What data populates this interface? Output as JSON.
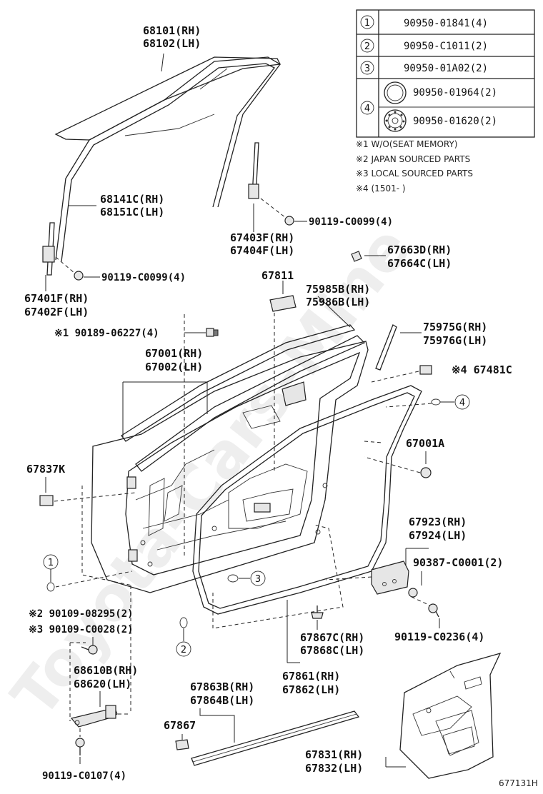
{
  "watermark": "Toyota-Cars-Mine",
  "diagram_code": "677131H",
  "table": {
    "rows": [
      {
        "marker": "1",
        "part": "90950-01841(4)"
      },
      {
        "marker": "2",
        "part": "90950-C1011(2)"
      },
      {
        "marker": "3",
        "part": "90950-01A02(2)"
      },
      {
        "marker": "4",
        "part": "90950-01964(2)",
        "part2": "90950-01620(2)"
      }
    ]
  },
  "notes": [
    "※1 W/O(SEAT MEMORY)",
    "※2 JAPAN SOURCED PARTS",
    "※3 LOCAL SOURCED PARTS",
    "※4 (1501-      )"
  ],
  "labels": {
    "glass_rh": "68101(RH)",
    "glass_lh": "68102(LH)",
    "run_rh": "68141C(RH)",
    "run_lh": "68151C(LH)",
    "ch_rear_rh": "67403F(RH)",
    "ch_rear_lh": "67404F(LH)",
    "bolt_a": "90119-C0099(4)",
    "bolt_b": "90119-C0099(4)",
    "ch_front_rh": "67401F(RH)",
    "ch_front_lh": "67402F(LH)",
    "bracket_rh": "67663D(RH)",
    "bracket_lh": "67664C(LH)",
    "pad": "67811",
    "weather_rh": "75985B(RH)",
    "weather_lh": "75986B(LH)",
    "garnish_rh": "75975G(RH)",
    "garnish_lh": "75976G(LH)",
    "screw_note": "※1 90189-06227(4)",
    "panel_rh": "67001(RH)",
    "panel_lh": "67002(LH)",
    "cushion": "※4 67481C",
    "panel_a": "67001A",
    "clip_k": "67837K",
    "stop_rh": "67923(RH)",
    "stop_lh": "67924(LH)",
    "bolt_c": "90387-C0001(2)",
    "bolt_d": "90119-C0236(4)",
    "bolt_e": "※2 90109-08295(2)",
    "bolt_f": "※3 90109-C0028(2)",
    "check_rh": "68610B(RH)",
    "check_lh": "68620(LH)",
    "clip_rh": "67867C(RH)",
    "clip_lh": "67868C(LH)",
    "ws_rh": "67861(RH)",
    "ws_lh": "67862(LH)",
    "belt_rh": "67863B(RH)",
    "belt_lh": "67864B(LH)",
    "clip2": "67867",
    "trim_rh": "67831(RH)",
    "trim_lh": "67832(LH)",
    "bolt_g": "90119-C0107(4)"
  },
  "callouts": {
    "c1": "1",
    "c2": "2",
    "c3": "3",
    "c4": "4"
  }
}
